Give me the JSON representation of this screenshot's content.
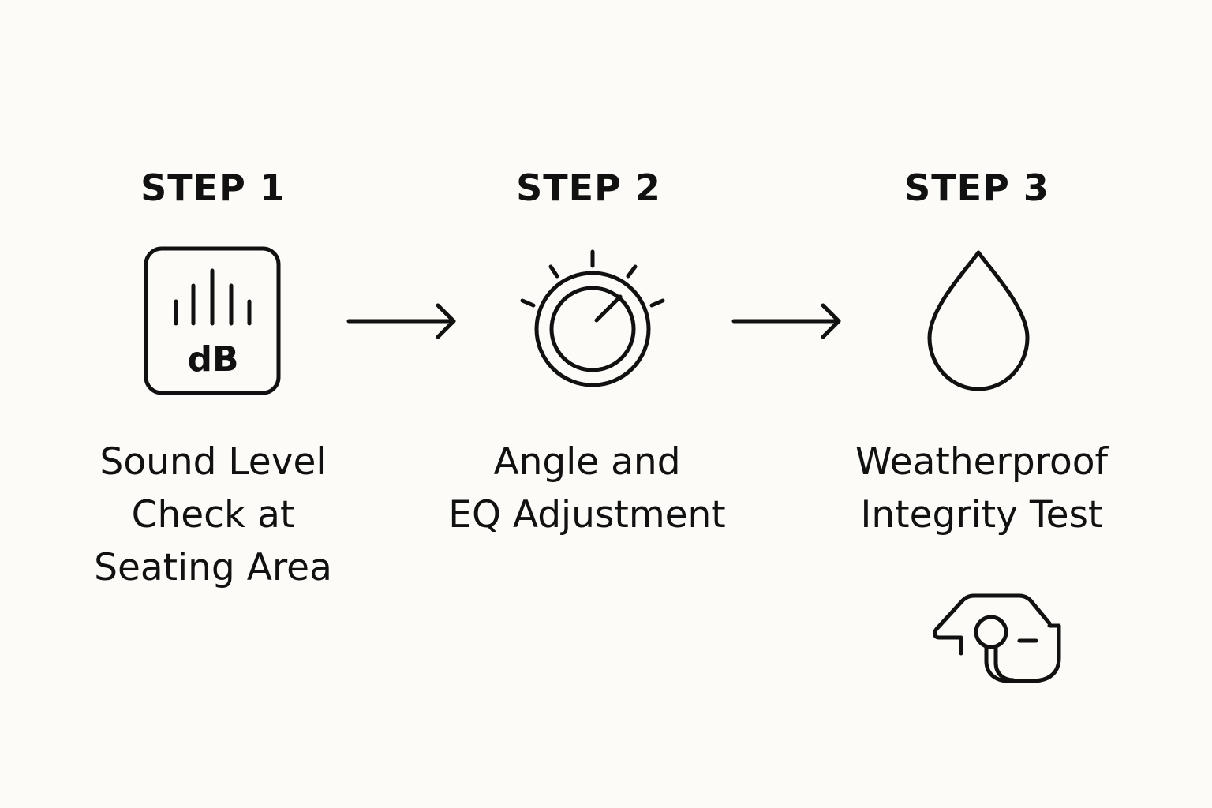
{
  "steps": [
    {
      "title": "STEP 1",
      "icon": "sound-level-meter-icon",
      "icon_text": "dB",
      "caption_lines": [
        "Sound Level",
        "Check at",
        "Seating Area"
      ]
    },
    {
      "title": "STEP 2",
      "icon": "adjustment-knob-icon",
      "caption_lines": [
        "Angle and",
        "EQ Adjustment"
      ]
    },
    {
      "title": "STEP 3",
      "icon": "water-drop-icon",
      "caption_lines": [
        "Weatherproof",
        "Integrity Test"
      ]
    }
  ],
  "connectors": [
    "arrow-right-icon",
    "arrow-right-icon"
  ],
  "extra_icon": "outdoor-speaker-mount-icon",
  "colors": {
    "background": "#fcfbf7",
    "ink": "#111111"
  }
}
